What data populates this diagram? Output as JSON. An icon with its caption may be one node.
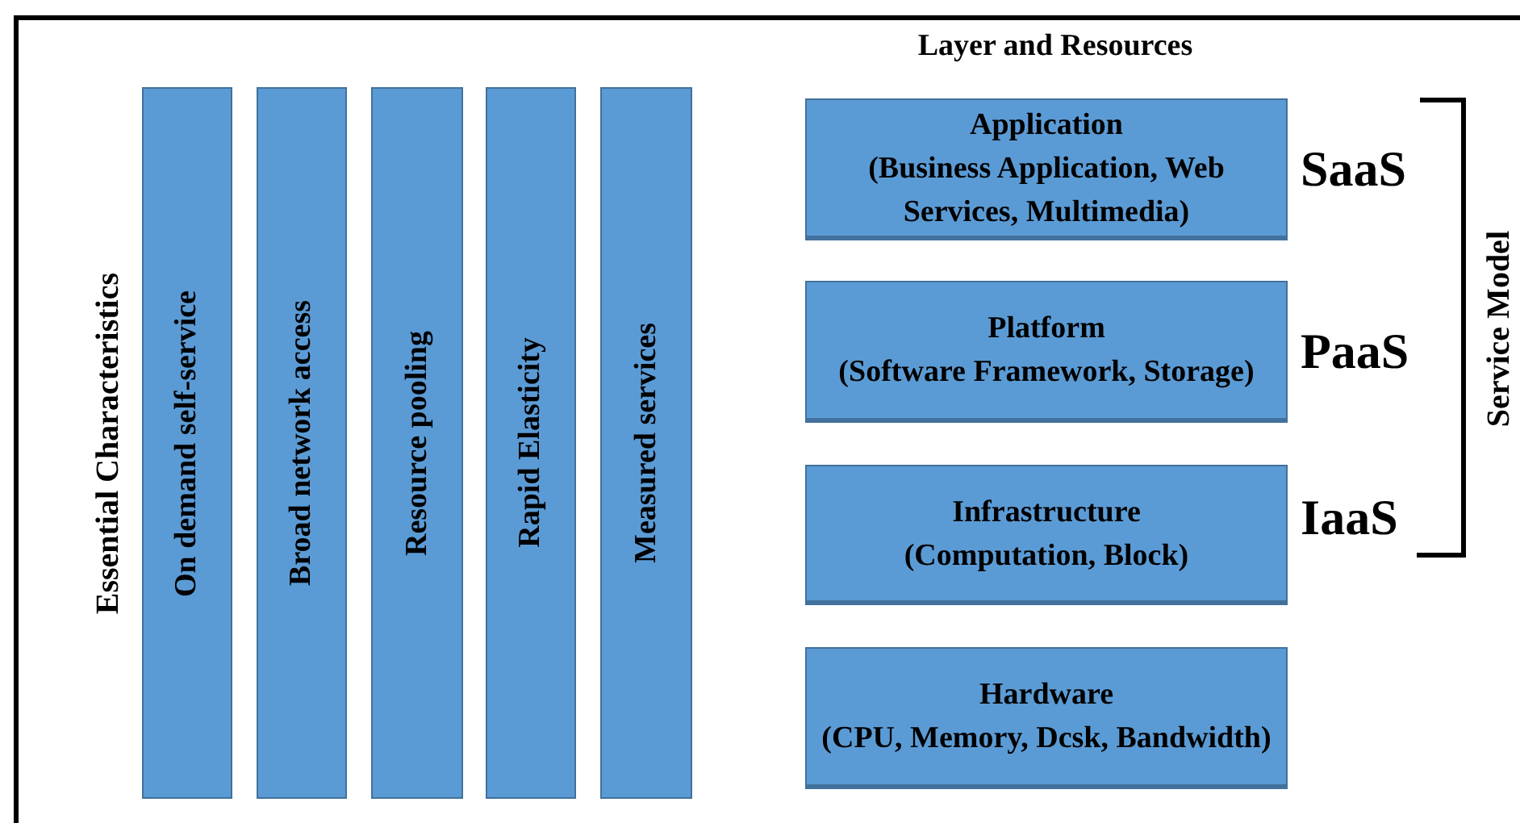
{
  "diagram": {
    "title": "Layer and Resources",
    "nodes": [
      {
        "text": [
          "On demand self-service"
        ]
      },
      {
        "text": [
          "Broad network access"
        ]
      },
      {
        "text": [
          "Resource pooling"
        ]
      },
      {
        "text": [
          "Rapid Elasticity"
        ]
      },
      {
        "text": [
          "Measured services"
        ]
      },
      {
        "text": [
          "Application",
          "(Business Application, Web Services, Multimedia)"
        ],
        "beside": [
          "SaaS"
        ]
      },
      {
        "text": [
          "Platform",
          "(Software Framework, Storage)"
        ],
        "beside": [
          "PaaS"
        ]
      },
      {
        "text": [
          "Infrastructure",
          "(Computation, Block)"
        ],
        "beside": [
          "IaaS"
        ]
      },
      {
        "text": [
          "Hardware",
          "(CPU, Memory, Dcsk, Bandwidth)"
        ]
      }
    ],
    "edges": [],
    "labels": [
      "Essential Characteristics",
      "Service Model"
    ]
  }
}
